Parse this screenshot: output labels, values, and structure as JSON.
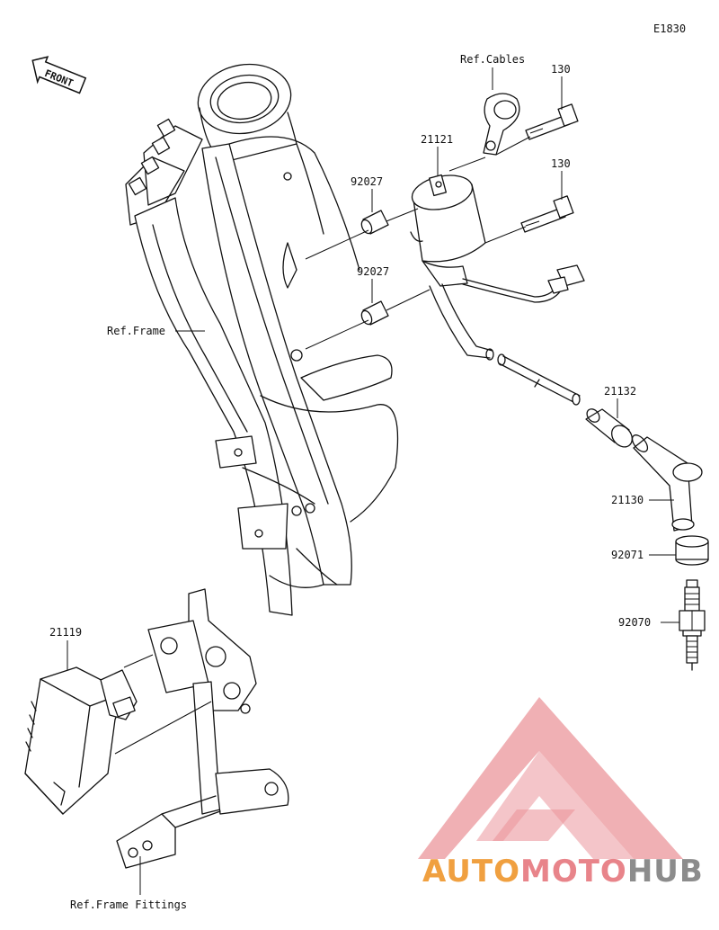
{
  "diagram_code": "E1830",
  "front_badge": "FRONT",
  "labels": {
    "ref_cables": "Ref.Cables",
    "bolt_top": "130",
    "bolt_mid": "130",
    "coil": "21121",
    "collar_top": "92027",
    "collar_bottom": "92027",
    "ref_frame": "Ref.Frame",
    "cap_sleeve": "21132",
    "plug_cap": "21130",
    "seal": "92071",
    "spark_plug": "92070",
    "cdi_unit": "21119",
    "ref_frame_fittings": "Ref.Frame Fittings"
  },
  "watermark": {
    "part1": "AUTO",
    "part2": "MOTO",
    "part3": "HUB",
    "color_primary": "#f0a040",
    "color_secondary": "#e8848a",
    "color_gray": "#8c8c8c"
  }
}
